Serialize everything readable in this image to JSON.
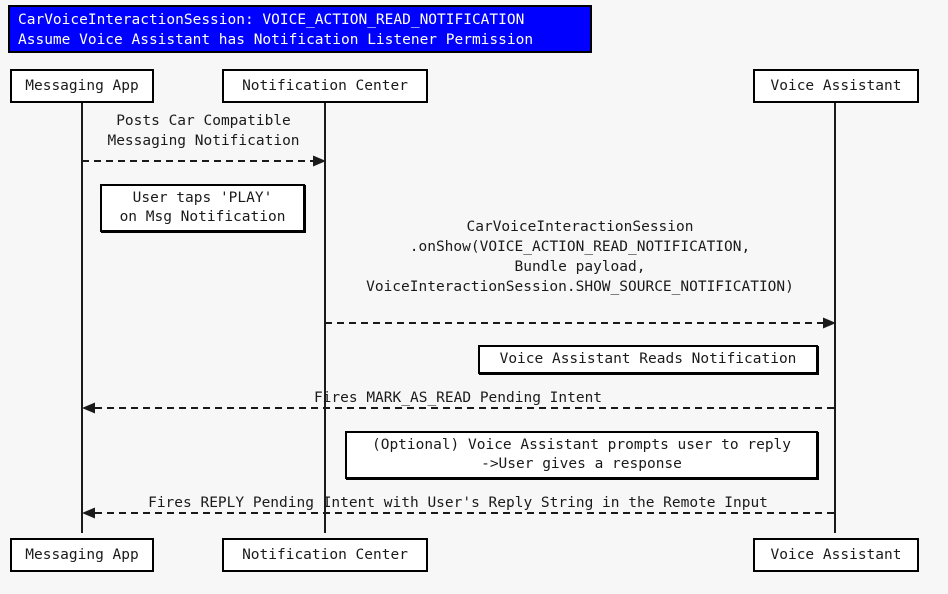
{
  "diagram": {
    "type": "sequence-diagram",
    "background_color": "#f7f7f7",
    "accent_color": "#0000ff",
    "line_color": "#1a1a1a",
    "title": {
      "line1": "CarVoiceInteractionSession: VOICE_ACTION_READ_NOTIFICATION",
      "line2": "Assume Voice Assistant has Notification Listener Permission"
    },
    "participants": [
      {
        "id": "messaging-app",
        "label": "Messaging App"
      },
      {
        "id": "notification-center",
        "label": "Notification Center"
      },
      {
        "id": "voice-assistant",
        "label": "Voice Assistant"
      }
    ],
    "messages": [
      {
        "id": "post-notification",
        "from": "messaging-app",
        "to": "notification-center",
        "direction": "right",
        "style": "dashed",
        "lines": [
          "Posts Car Compatible",
          "Messaging Notification"
        ]
      },
      {
        "id": "on-show",
        "from": "notification-center",
        "to": "voice-assistant",
        "direction": "right",
        "style": "dashed",
        "lines": [
          "CarVoiceInteractionSession",
          ".onShow(VOICE_ACTION_READ_NOTIFICATION,",
          "Bundle payload,",
          "VoiceInteractionSession.SHOW_SOURCE_NOTIFICATION)"
        ]
      },
      {
        "id": "mark-as-read",
        "from": "voice-assistant",
        "to": "messaging-app",
        "direction": "left",
        "style": "dashed",
        "lines": [
          "Fires MARK_AS_READ Pending Intent"
        ]
      },
      {
        "id": "reply-intent",
        "from": "voice-assistant",
        "to": "messaging-app",
        "direction": "left",
        "style": "dashed",
        "lines": [
          "Fires REPLY Pending Intent with User's Reply String in the Remote Input"
        ]
      }
    ],
    "notes": [
      {
        "id": "user-taps-play",
        "lines": [
          "User taps 'PLAY'",
          "on Msg Notification"
        ]
      },
      {
        "id": "assistant-reads",
        "lines": [
          "Voice Assistant Reads Notification"
        ]
      },
      {
        "id": "optional-reply-prompt",
        "lines": [
          "(Optional) Voice Assistant prompts user to reply",
          "->User gives a response"
        ]
      }
    ]
  }
}
